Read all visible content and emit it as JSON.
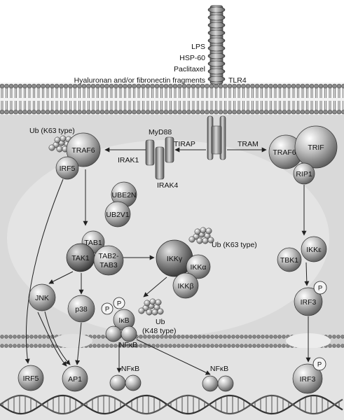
{
  "ligands": [
    "LPS",
    "HSP-60",
    "Paclitaxel",
    "Hyaluronan and/or fibronectin fragments"
  ],
  "receptor": "TLR4",
  "adaptors": {
    "tirap": "TIRAP",
    "tram": "TRAM",
    "myd88": "MyD88"
  },
  "myd88_path": {
    "ub_k63": "Ub (K63 type)",
    "traf6": "TRAF6",
    "irf5": "IRF5",
    "irak1": "IRAK1",
    "irak4": "IRAK4",
    "ube2n": "UBE2N",
    "ub2v1": "UB2V1",
    "tab1": "TAB1",
    "tak1": "TAK1",
    "tab2": "TAB2-",
    "tab3": "TAB3",
    "jnk": "JNK",
    "p38": "p38",
    "ikk_ub": "Ub (K63 type)",
    "ikkg": "IKKγ",
    "ikka": "IKKα",
    "ikkb": "IKKβ",
    "p": "P",
    "ikb": "IκB",
    "ub_k48": "Ub",
    "k48_type": "(K48 type)",
    "nfkb_cyto": "NFκB"
  },
  "trif_path": {
    "traf6": "TRAF6",
    "trif": "TRIF",
    "rip1": "RIP1",
    "tbk1": "TBK1",
    "ikke": "IKKε",
    "irf3": "IRF3",
    "p": "P"
  },
  "nucleus": {
    "irf5": "IRF5",
    "ap1": "AP1",
    "nfkb1": "NFκB",
    "nfkb2": "NFκB",
    "irf3": "IRF3",
    "p": "P"
  }
}
